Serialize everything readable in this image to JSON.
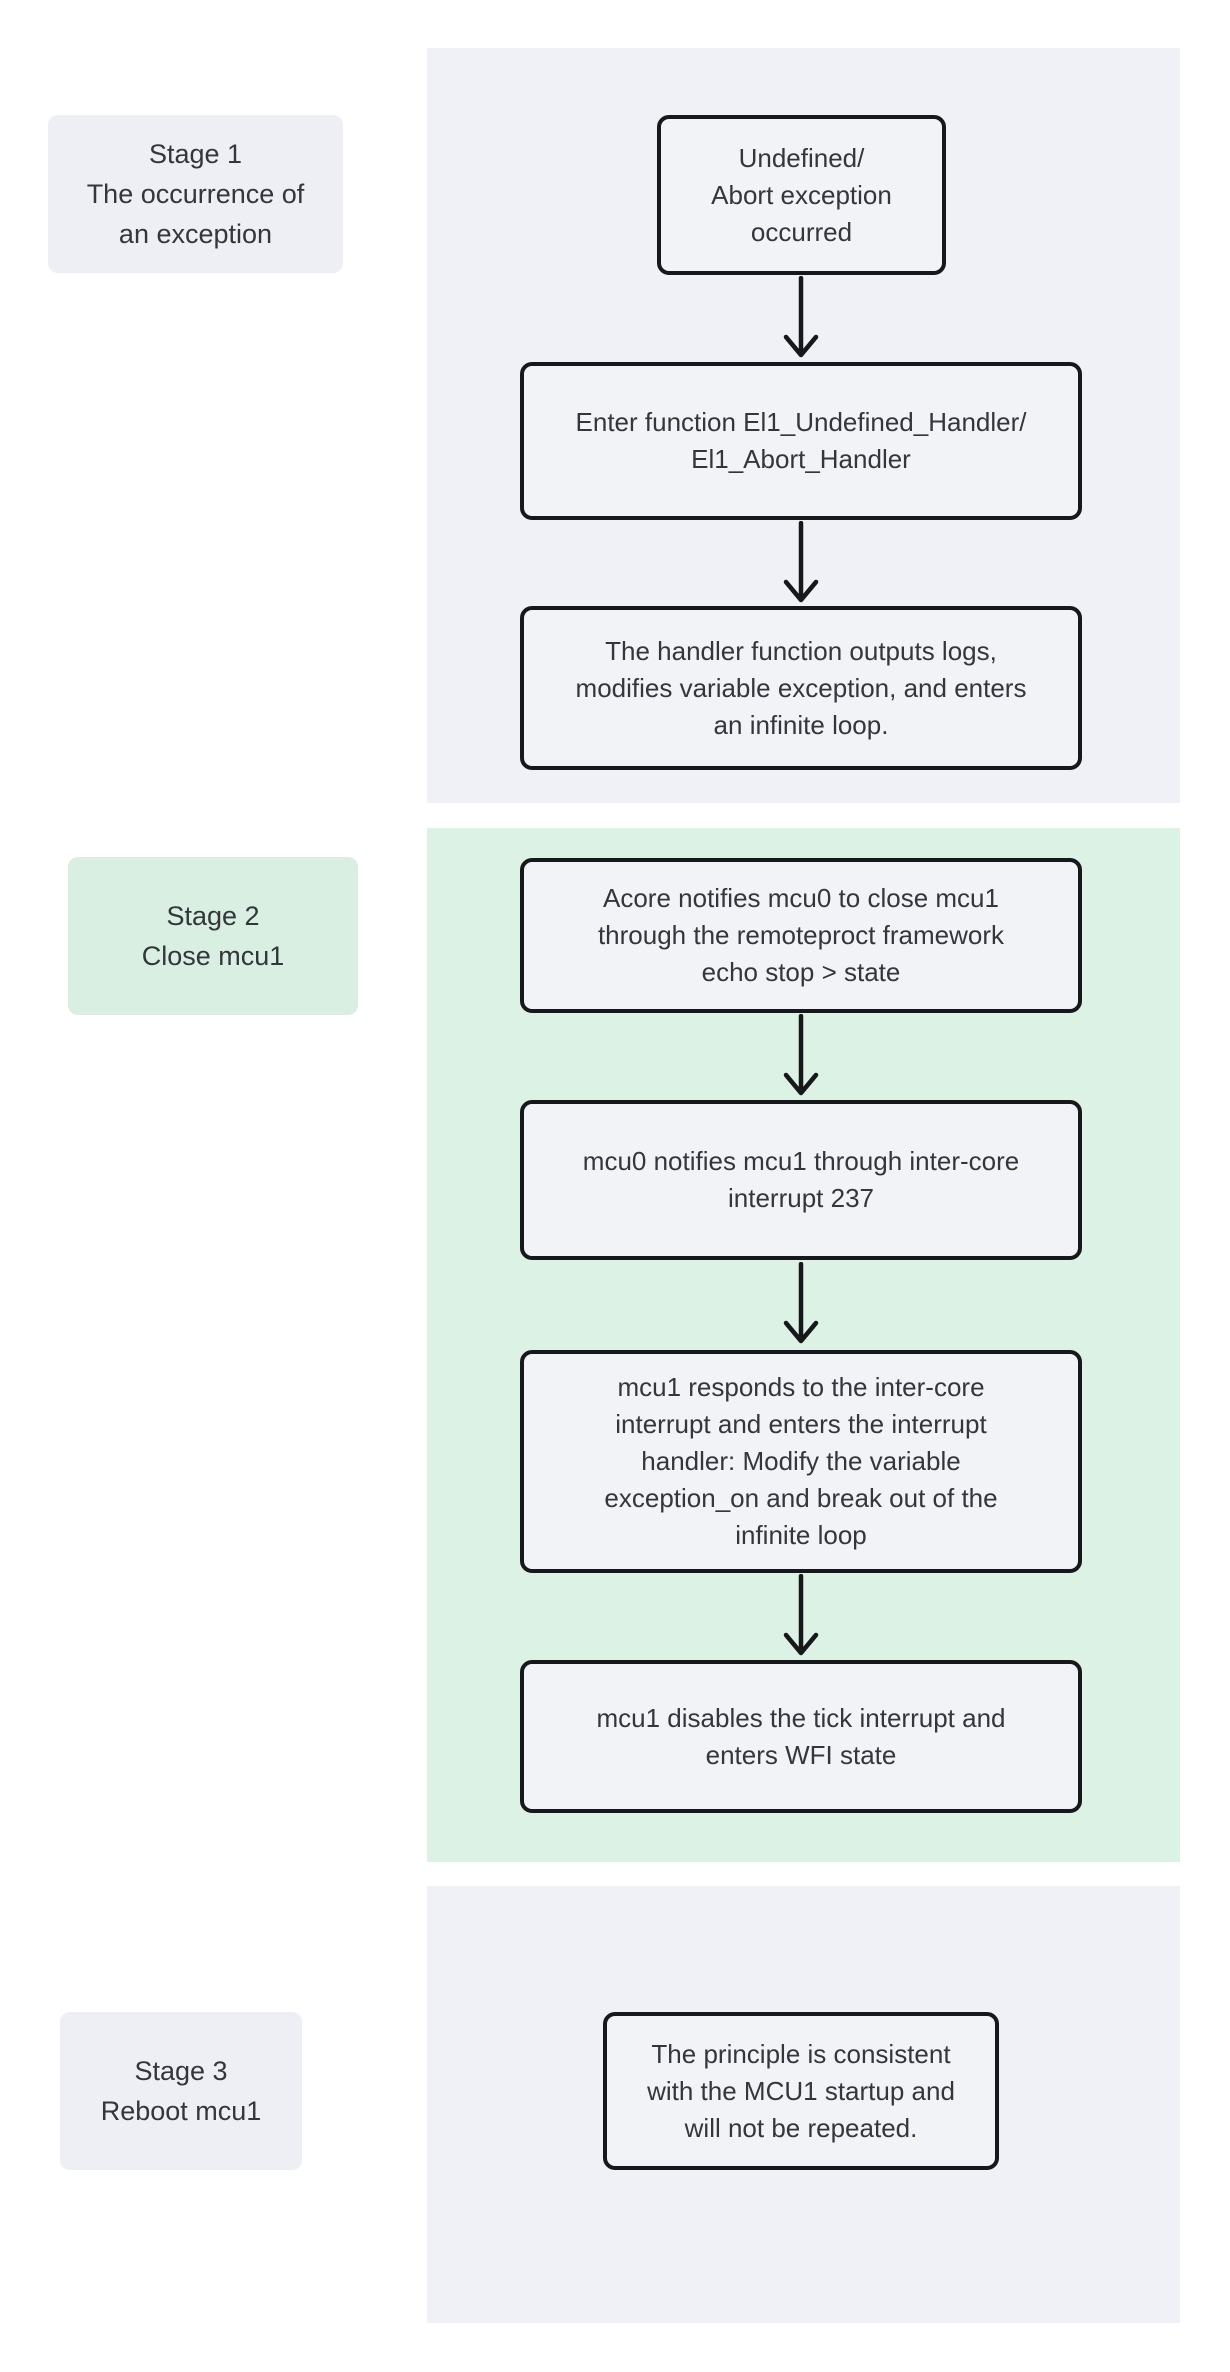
{
  "figure": {
    "type": "flowchart",
    "orientation": "vertical"
  },
  "colors": {
    "page_bg": "#ffffff",
    "panel_gray": "#f0f1f6",
    "panel_green": "#dcf2e4",
    "label_gray": "#edeff5",
    "label_green": "#d8efe1",
    "node_fill": "#f2f3f7",
    "node_border": "#17181b",
    "text_color": "#33363c"
  },
  "stages": [
    {
      "id": "stage-1",
      "title": "Stage 1\nThe occurrence of\nan exception",
      "theme": "gray"
    },
    {
      "id": "stage-2",
      "title": "Stage 2\nClose mcu1",
      "theme": "green"
    },
    {
      "id": "stage-3",
      "title": "Stage 3\nReboot mcu1",
      "theme": "gray"
    }
  ],
  "panels": [
    {
      "id": "panel-stage-1",
      "theme": "gray",
      "nodes": [
        {
          "text": "Undefined/\nAbort exception\noccurred"
        },
        {
          "text": "Enter function El1_Undefined_Handler/\nEl1_Abort_Handler"
        },
        {
          "text": "The handler function outputs logs,\nmodifies variable exception, and enters\nan infinite loop."
        }
      ]
    },
    {
      "id": "panel-stage-2",
      "theme": "green",
      "nodes": [
        {
          "text": "Acore notifies mcu0 to close mcu1\nthrough the remoteproct framework\necho stop > state"
        },
        {
          "text": "mcu0 notifies mcu1 through inter-core\ninterrupt 237"
        },
        {
          "text": "mcu1 responds to the inter-core\ninterrupt and enters the interrupt\nhandler: Modify the variable\nexception_on and break out of the\ninfinite loop"
        },
        {
          "text": "mcu1 disables the tick interrupt and\nenters WFI state"
        }
      ]
    },
    {
      "id": "panel-stage-3",
      "theme": "gray",
      "nodes": [
        {
          "text": "The principle is consistent\nwith the MCU1 startup and\nwill not be repeated."
        }
      ]
    }
  ]
}
